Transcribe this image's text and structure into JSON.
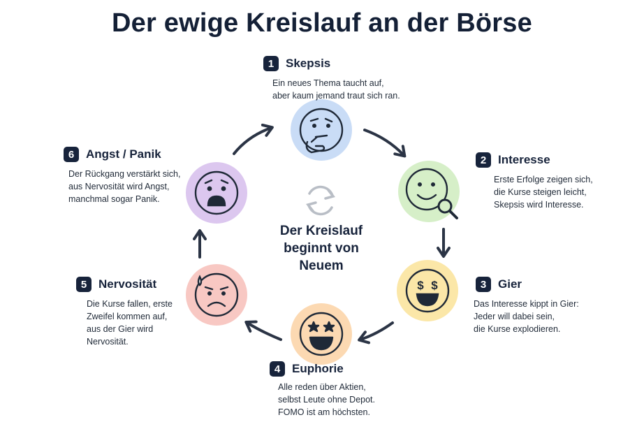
{
  "title": "Der ewige Kreislauf an der Börse",
  "center_text": "Der Kreislauf\nbeginnt von\nNeuem",
  "icons": {
    "center": "refresh-cycle-icon"
  },
  "stages": [
    {
      "number": "1",
      "title": "Skepsis",
      "desc": "Ein neues Thema taucht auf,\naber kaum jemand traut sich ran.",
      "icon": "thinking-face-icon",
      "color": "#c9dcf6"
    },
    {
      "number": "2",
      "title": "Interesse",
      "desc": "Erste Erfolge zeigen sich,\ndie Kurse steigen leicht,\nSkepsis wird Interesse.",
      "icon": "smiling-face-magnifier-icon",
      "color": "#d6efc8"
    },
    {
      "number": "3",
      "title": "Gier",
      "desc": "Das Interesse kippt in Gier:\nJeder will dabei sein,\ndie Kurse explodieren.",
      "icon": "money-eyes-face-icon",
      "color": "#fbe7a8"
    },
    {
      "number": "4",
      "title": "Euphorie",
      "desc": "Alle reden über Aktien,\nselbst Leute ohne Depot.\nFOMO ist am höchsten.",
      "icon": "star-eyes-face-icon",
      "color": "#fcd9b2"
    },
    {
      "number": "5",
      "title": "Nervosität",
      "desc": "Die Kurse fallen, erste\nZweifel kommen auf,\naus der Gier wird\nNervosität.",
      "icon": "sweating-sad-face-icon",
      "color": "#f8c8c3"
    },
    {
      "number": "6",
      "title": "Angst / Panik",
      "desc": "Der Rückgang verstärkt sich,\naus Nervosität wird Angst,\nmanchmal sogar Panik.",
      "icon": "fearful-face-icon",
      "color": "#dcc7ef"
    }
  ]
}
